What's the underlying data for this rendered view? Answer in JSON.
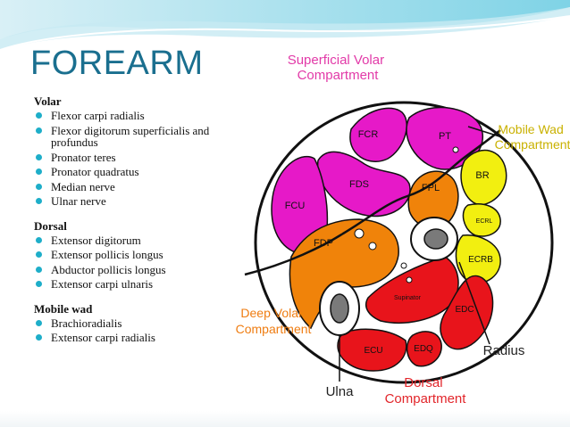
{
  "slide": {
    "title": "FOREARM",
    "groups": [
      {
        "title": "Volar",
        "items": [
          "Flexor carpi radialis",
          "Flexor digitorum superficialis and profundus",
          "Pronator teres",
          "Pronator quadratus",
          "Median nerve",
          "Ulnar nerve"
        ]
      },
      {
        "title": "Dorsal",
        "items": [
          "Extensor digitorum",
          "Extensor pollicis longus",
          "Abductor pollicis longus",
          "Extensor carpi ulnaris"
        ]
      },
      {
        "title": "Mobile wad",
        "items": [
          "Brachioradialis",
          "Extensor carpi radialis"
        ]
      }
    ]
  },
  "diagram": {
    "labels": {
      "superficial_volar": [
        "Superficial Volar",
        "Compartment"
      ],
      "mobile_wad": [
        "Mobile Wad",
        "Compartment"
      ],
      "deep_volar": [
        "Deep Volar",
        "Compartment"
      ],
      "dorsal": [
        "Dorsal",
        "Compartment"
      ],
      "radius": "Radius",
      "ulna": "Ulna"
    },
    "muscles": {
      "fcr": "FCR",
      "pt": "PT",
      "fds": "FDS",
      "fcu": "FCU",
      "fpl": "FPL",
      "fdp": "FDP",
      "br": "BR",
      "ecrl": "ECRL",
      "ecrb": "ECRB",
      "supinator": "Supinator",
      "edc": "EDC",
      "edq": "EDQ",
      "ecu": "ECU"
    },
    "colors": {
      "superficial": "#e619c8",
      "mobile_wad": "#f2ef10",
      "deep": "#f0830a",
      "dorsal": "#e8141b",
      "label_pink": "#e23aa8",
      "label_yellow": "#c9b100",
      "label_orange": "#ef7d12",
      "label_red": "#e2262b",
      "title": "#1a6f8f",
      "bullet": "#1eaec9"
    }
  }
}
